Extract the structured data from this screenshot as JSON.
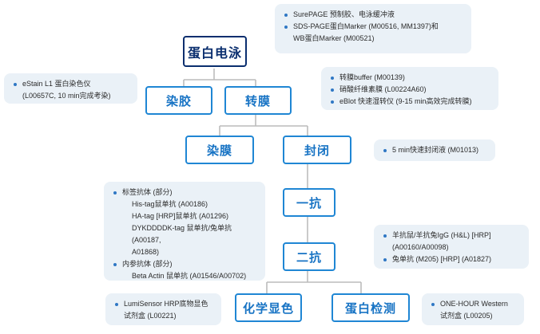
{
  "nodes": {
    "electrophoresis": "蛋白电泳",
    "staining": "染胶",
    "transfer": "转膜",
    "membrane_stain": "染膜",
    "blocking": "封闭",
    "primary_ab": "一抗",
    "secondary_ab": "二抗",
    "chemiluminescence": "化学显色",
    "detection": "蛋白检测"
  },
  "callouts": {
    "electrophoresis": {
      "line1": "SurePAGE 预制胶、电泳缓冲液",
      "line2": "SDS-PAGE蛋白Marker (M00516, MM1397)和",
      "line2b": "WB蛋白Marker (M00521)"
    },
    "staining": {
      "line1": "eStain L1 蛋白染色仪",
      "line1b": "(L00657C, 10 min完成考染)"
    },
    "transfer": {
      "line1": "转膜buffer (M00139)",
      "line2": "硝酸纤维素膜 (L00224A60)",
      "line3": "eBlot 快速湿转仪 (9-15 min高效完成转膜)"
    },
    "blocking": {
      "line1": "5 min快速封闭液 (M01013)"
    },
    "primary_ab": {
      "head1": "标签抗体 (部分)",
      "sub1": "His-tag鼠单抗 (A00186)",
      "sub2": "HA-tag [HRP]鼠单抗 (A01296)",
      "sub3": "DYKDDDDK-tag 鼠单抗/兔单抗 (A00187,",
      "sub3b": "A01868)",
      "head2": "内参抗体 (部分)",
      "sub4": "Beta Actin 鼠单抗 (A01546/A00702)"
    },
    "secondary_ab": {
      "line1": "羊抗鼠/羊抗兔IgG (H&L) [HRP]",
      "line1b": "(A00160/A00098)",
      "line2": "兔单抗 (M205) [HRP] (A01827)"
    },
    "chemiluminescence": {
      "line1": "LumiSensor HRP底物显色",
      "line1b": "试剂盒 (L00221)"
    },
    "detection": {
      "line1": "ONE-HOUR Western",
      "line1b": "试剂盒 (L00205)"
    }
  },
  "colors": {
    "node_border": "#1f86d4",
    "node_text": "#1773c4",
    "root_border": "#0a2e6e",
    "root_text": "#0a2e6e",
    "callout_bg": "#eaf1f7",
    "connector": "#bcbcbc",
    "bullet": "#2f77c4"
  }
}
